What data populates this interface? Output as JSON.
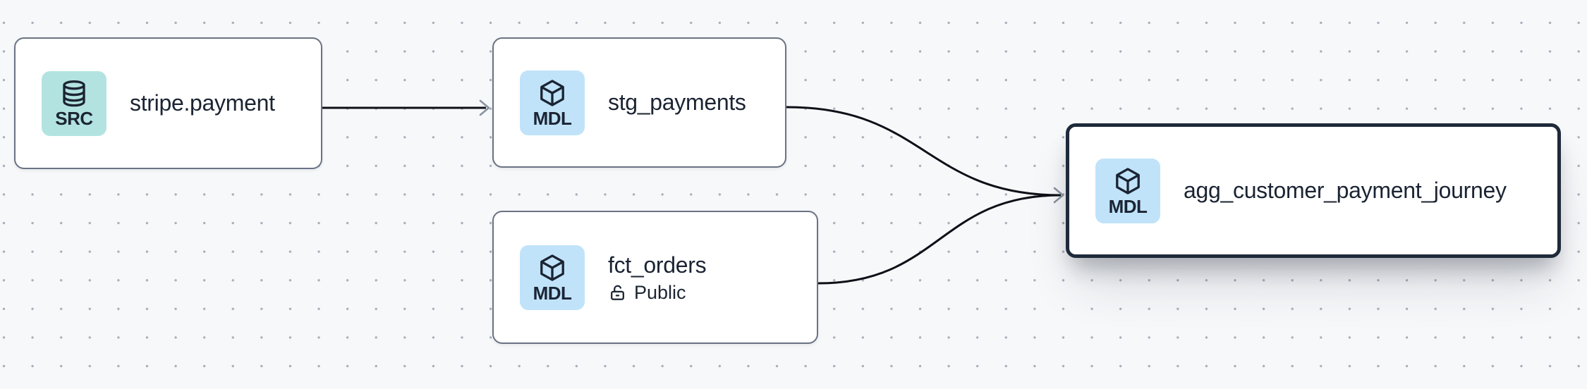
{
  "canvas": {
    "background_color": "#f7f8fa",
    "grid_dot_color": "#a9afbb",
    "edge_color": "#0d1117",
    "arrowhead_color": "#8b93a1",
    "node_border_color": "#6a7384",
    "selected_node_border_color": "#1e2a3a",
    "node_background_color": "#ffffff",
    "text_color": "#1b2433"
  },
  "nodes": [
    {
      "title": "stripe.payment",
      "badge_label": "SRC",
      "badge_bg": "#b3e3e0",
      "icon": "database-icon",
      "selected": false
    },
    {
      "title": "stg_payments",
      "badge_label": "MDL",
      "badge_bg": "#c0e3f9",
      "icon": "cube-icon",
      "selected": false
    },
    {
      "title": "fct_orders",
      "badge_label": "MDL",
      "badge_bg": "#c0e3f9",
      "icon": "cube-icon",
      "access_label": "Public",
      "access_icon": "lock-open-icon",
      "selected": false
    },
    {
      "title": "agg_customer_payment_journey",
      "badge_label": "MDL",
      "badge_bg": "#c0e3f9",
      "icon": "cube-icon",
      "selected": true
    }
  ],
  "edges": [
    {
      "from": "stripe.payment",
      "to": "stg_payments"
    },
    {
      "from": "stg_payments",
      "to": "agg_customer_payment_journey"
    },
    {
      "from": "fct_orders",
      "to": "agg_customer_payment_journey"
    }
  ]
}
